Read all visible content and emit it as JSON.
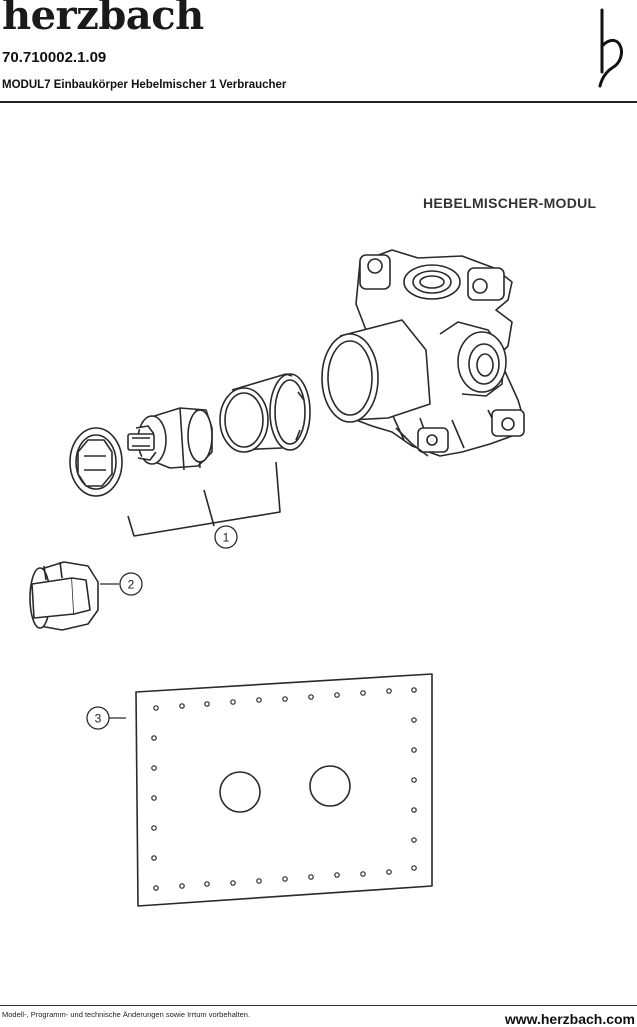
{
  "header": {
    "brand": "herzbach",
    "article_number": "70.710002.1.09",
    "product_title": "MODUL7 Einbaukörper Hebelmischer 1 Verbraucher"
  },
  "diagram": {
    "module_label": "HEBELMISCHER-MODUL",
    "callouts": [
      {
        "label": "1"
      },
      {
        "label": "2"
      },
      {
        "label": "3"
      }
    ]
  },
  "footer": {
    "disclaimer": "Modell-, Programm- und technische Änderungen sowie Irrtum vorbehalten.",
    "website": "www.herzbach.com"
  },
  "icons": {
    "logo": "herzbach-h-logo-icon"
  }
}
